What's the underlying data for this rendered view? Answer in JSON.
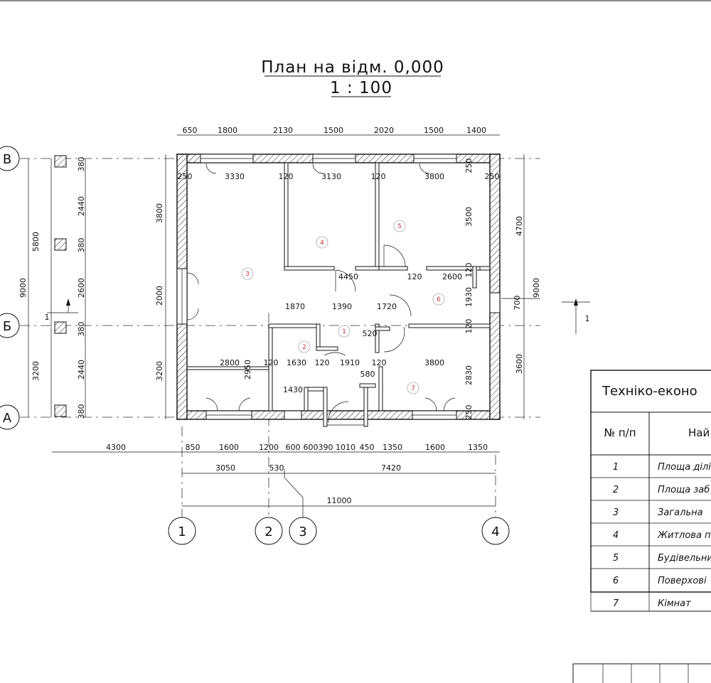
{
  "title": "План на відм. 0,000",
  "scale": "1 : 100",
  "axes": {
    "rows": [
      "В",
      "Б",
      "А"
    ],
    "cols": [
      "1",
      "2",
      "3",
      "4"
    ]
  },
  "dims": {
    "top": [
      "650",
      "1800",
      "2130",
      "1500",
      "2020",
      "1500",
      "1400"
    ],
    "bottom1": [
      "4300",
      "850",
      "1600",
      "1200",
      "600",
      "600",
      "390",
      "1010",
      "450",
      "1350",
      "1600",
      "1350"
    ],
    "bottom2": [
      "3050",
      "530",
      "7420"
    ],
    "bottom3": "11000",
    "left_outer": [
      "9000",
      "5800",
      "3200"
    ],
    "left_inner": [
      "380",
      "2440",
      "380",
      "2600",
      "380",
      "2440",
      "380"
    ],
    "left_wall": [
      "3800",
      "2000",
      "3200"
    ],
    "right": [
      "4700",
      "9000",
      "700",
      "3600"
    ],
    "interior": [
      "250",
      "3330",
      "120",
      "3130",
      "120",
      "3800",
      "250",
      "3500",
      "4450",
      "120",
      "2600",
      "120",
      "1930",
      "1870",
      "1390",
      "1720",
      "120",
      "520",
      "2800",
      "2950",
      "120",
      "1630",
      "120",
      "1910",
      "120",
      "3800",
      "2830",
      "580",
      "1430",
      "250",
      "250"
    ]
  },
  "rooms": [
    "1",
    "2",
    "3",
    "4",
    "5",
    "6",
    "7"
  ],
  "section_mark": "1",
  "table": {
    "title": "Техніко-еконо",
    "header": [
      "№ п/п",
      "Най"
    ],
    "rows": [
      {
        "n": "1",
        "name": "Площа ділі"
      },
      {
        "n": "2",
        "name": "Площа заб"
      },
      {
        "n": "3",
        "name": "Загальна"
      },
      {
        "n": "4",
        "name": "Житлова п"
      },
      {
        "n": "5",
        "name": "Будівельни"
      },
      {
        "n": "6",
        "name": "Поверхові"
      },
      {
        "n": "7",
        "name": "Кімнат"
      }
    ]
  }
}
